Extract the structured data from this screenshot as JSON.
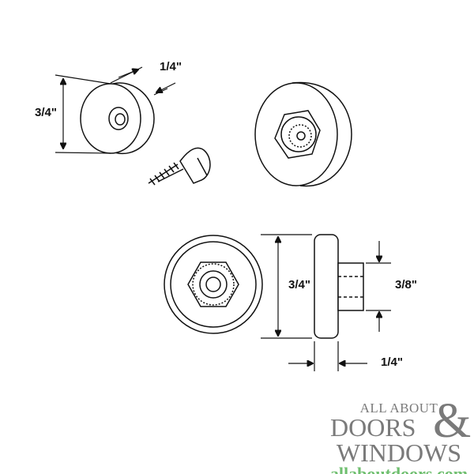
{
  "dimensions": {
    "top_thickness": "1/4\"",
    "top_diameter": "3/4\"",
    "front_diameter": "3/4\"",
    "hub_diameter": "3/8\"",
    "side_thickness": "1/4\""
  },
  "logo": {
    "line1": "ALL ABOUT",
    "line2": "DOORS",
    "ampersand": "&",
    "line3": "WINDOWS",
    "url": "allaboutdoors.com"
  }
}
